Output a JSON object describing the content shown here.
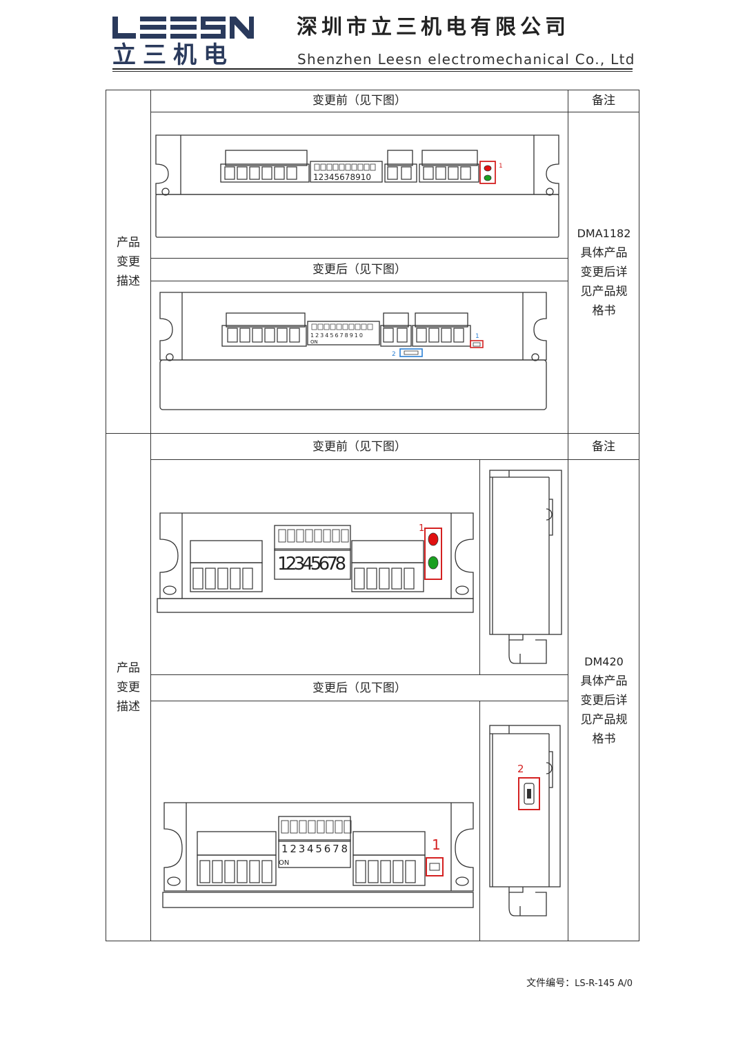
{
  "header": {
    "logo_text": "LEESN",
    "logo_cn": "立三机电",
    "company_cn": "深圳市立三机电有限公司",
    "company_en": "Shenzhen Leesn electromechanical Co., Ltd"
  },
  "table": {
    "sections": [
      {
        "side_label": [
          "产品",
          "变更",
          "描述"
        ],
        "before_label": "变更前（见下图）",
        "after_label": "变更后（见下图）",
        "remark_header": "备注",
        "remark_model": "DMA1182",
        "remark_text": [
          "具体产品",
          "变更后详",
          "见产品规",
          "格书"
        ],
        "before_dip": "12345678910",
        "after_dip": "12345678910",
        "after_on": "ON",
        "marker_1": "1",
        "marker_2": "2"
      },
      {
        "side_label": [
          "产品",
          "变更",
          "描述"
        ],
        "before_label": "变更前（见下图）",
        "after_label": "变更后（见下图）",
        "remark_header": "备注",
        "remark_model": "DM420",
        "remark_text": [
          "具体产品",
          "变更后详",
          "见产品规",
          "格书"
        ],
        "before_dip": "12345678",
        "after_dip": "12345678",
        "after_on": "ON",
        "marker_1": "1",
        "marker_2": "2"
      }
    ]
  },
  "footer": {
    "label": "文件编号：",
    "code": "LS-R-145 A/0"
  },
  "colors": {
    "logo_blue": "#2a3a5c",
    "marker_red": "#d42020",
    "marker_blue": "#2a7fd4",
    "led_red": "#e01010",
    "led_green": "#1aa020"
  }
}
